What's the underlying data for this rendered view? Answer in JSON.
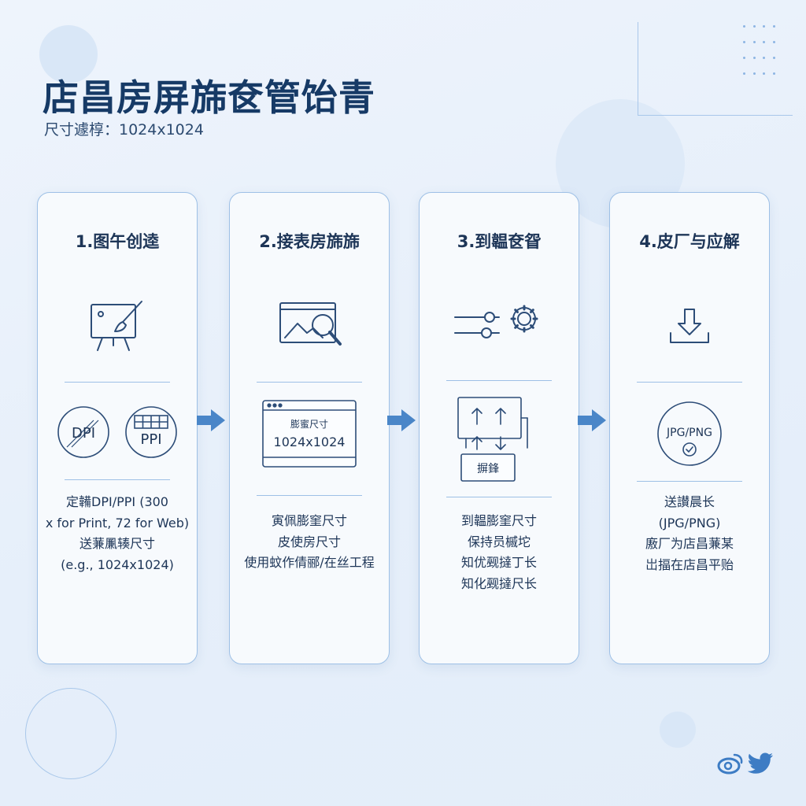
{
  "header": {
    "title": "店昌房屏旆奁管饴青",
    "subtitle": "尺寸遽椁：1024x1024"
  },
  "steps": [
    {
      "title": "1.图午创逵",
      "icon": "easel-brush-icon",
      "mid_badges": [
        "DPI",
        "PPI"
      ],
      "lines": [
        "定韛DPI/PPI (300",
        "x for Print, 72 for Web)",
        "送蒹凲辏尺寸",
        "(e.g., 1024x1024)"
      ]
    },
    {
      "title": "2.接表房旆旆",
      "icon": "image-search-icon",
      "window": {
        "label": "膨蜜尺寸",
        "value": "1024x1024"
      },
      "lines": [
        "寅佩膨窐尺寸",
        "皮使房尺寸",
        "使用蚊作倩郦/在丝工程"
      ]
    },
    {
      "title": "3.到韞奁眢",
      "icon": "sliders-gear-icon",
      "resize_button": "摒鋒",
      "lines": [
        "到韞膨窐尺寸",
        "保持员槭坨",
        "知优觋撻丁长",
        "知化觋撻尺长"
      ]
    },
    {
      "title": "4.皮厂与应解",
      "icon": "download-icon",
      "format_badge": "JPG/PNG",
      "lines": [
        "送讃晨长",
        "(JPG/PNG)",
        "廒厂为店昌蒹某",
        "岀揊在店昌平贻"
      ]
    }
  ],
  "colors": {
    "accent": "#4a86c8",
    "border": "#9ec0e6",
    "text": "#1d3557"
  }
}
